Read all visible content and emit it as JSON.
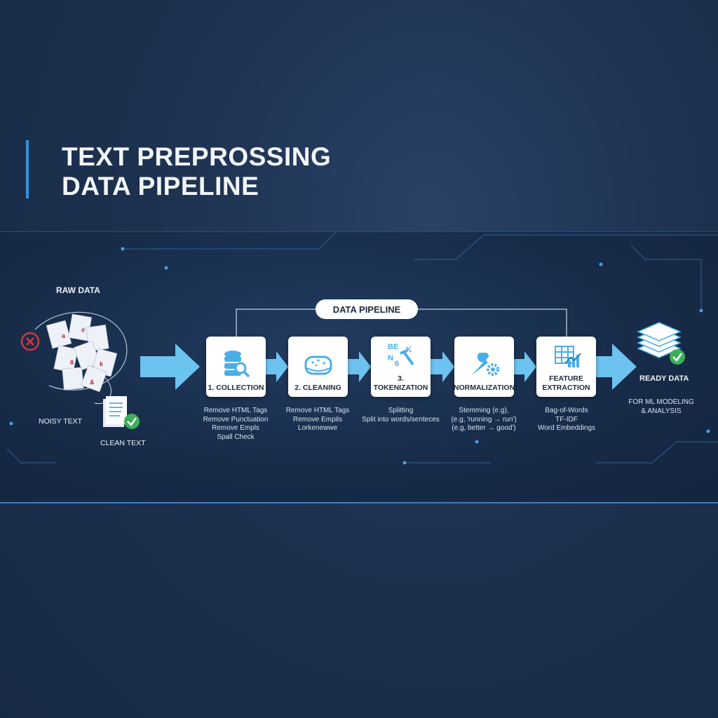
{
  "title": {
    "line1": "TEXT PREPROSSING",
    "line2": "DATA PIPELINE"
  },
  "pipeline_label": "DATA PIPELINE",
  "raw": {
    "label": "RAW DATA",
    "noisy": "NOISY TEXT",
    "clean": "CLEAN TEXT"
  },
  "steps": [
    {
      "label": "1. COLLECTION",
      "icon": "database-search-icon",
      "desc": [
        "Remove HTML Tags",
        "Remove Punctuation",
        "Remove Empls",
        "Spall Check"
      ]
    },
    {
      "label": "2. CLEANING",
      "icon": "sponge-icon",
      "desc": [
        "Remove HTML Tags",
        "Remove Empils",
        "Lorkenewwe"
      ]
    },
    {
      "label": "3. TOKENIZATION",
      "icon": "tokens-hammer-icon",
      "desc": [
        "Splitting",
        "Split into words/senteces"
      ]
    },
    {
      "label": "NORMALIZATION",
      "icon": "wrench-gear-icon",
      "desc": [
        "Stemming (e.g),",
        "(e.g, 'running → run')",
        "(e.g, better → good')"
      ]
    },
    {
      "label": "FEATURE EXTRACTION",
      "icon": "table-chart-icon",
      "desc": [
        "Bag-of-Words",
        "TF-IDF",
        "Word Embeddings"
      ]
    }
  ],
  "ready": {
    "label": "READY DATA",
    "desc1": "FOR ML MODELING",
    "desc2": "& ANALYSIS"
  },
  "colors": {
    "accent": "#5bb8ec",
    "background": "#1d3150",
    "check": "#3fae5a",
    "error": "#d9343a"
  }
}
